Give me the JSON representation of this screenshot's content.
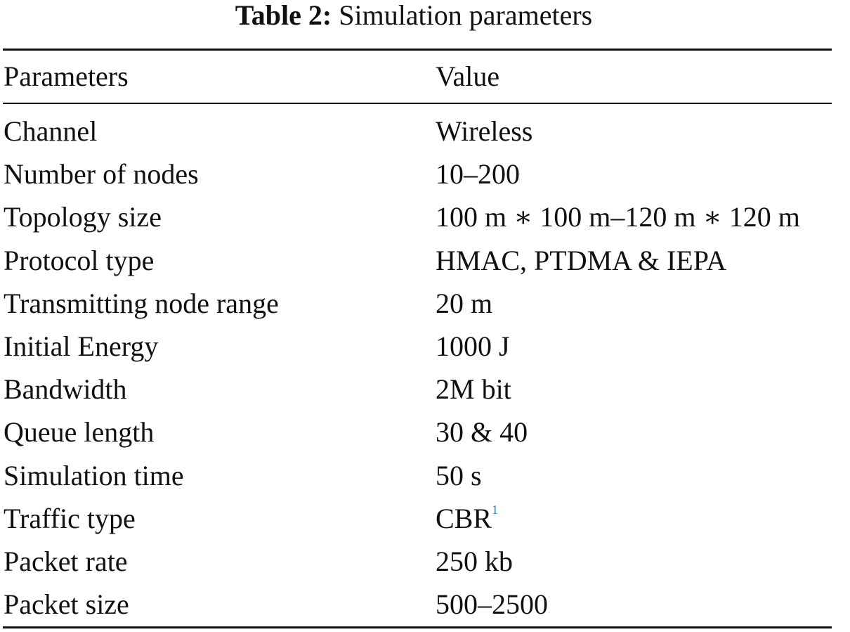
{
  "caption": {
    "label": "Table 2:",
    "title": "Simulation parameters"
  },
  "table": {
    "headers": [
      "Parameters",
      "Value"
    ],
    "rows": [
      {
        "parameter": "Channel",
        "value": "Wireless"
      },
      {
        "parameter": "Number of nodes",
        "value": "10–200"
      },
      {
        "parameter": "Topology size",
        "value": "100 m ∗ 100 m–120 m ∗ 120 m"
      },
      {
        "parameter": "Protocol type",
        "value": "HMAC, PTDMA & IEPA"
      },
      {
        "parameter": "Transmitting node range",
        "value": "20 m"
      },
      {
        "parameter": "Initial Energy",
        "value": "1000 J"
      },
      {
        "parameter": "Bandwidth",
        "value": "2M bit"
      },
      {
        "parameter": "Queue length",
        "value": "30 & 40"
      },
      {
        "parameter": "Simulation time",
        "value": "50 s"
      },
      {
        "parameter": "Traffic type",
        "value": "CBR",
        "footnote": "1"
      },
      {
        "parameter": "Packet rate",
        "value": "250 kb"
      },
      {
        "parameter": "Packet size",
        "value": "500–2500"
      }
    ]
  },
  "colors": {
    "text": "#111111",
    "footnote_link": "#2a7fc1"
  }
}
